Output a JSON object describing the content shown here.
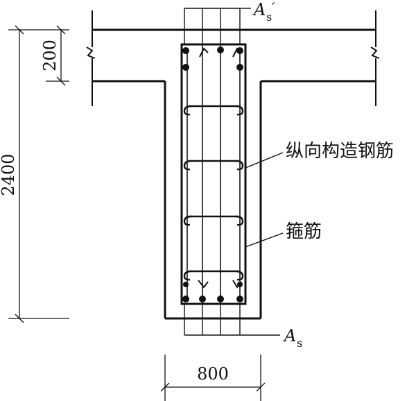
{
  "dimensions": {
    "flange_thickness": "200",
    "total_height": "2400",
    "web_width": "800"
  },
  "labels": {
    "as_top": "A",
    "as_top_sub": "s",
    "as_top_prime": "′",
    "as_bottom": "A",
    "as_bottom_sub": "s",
    "longitudinal_bar": "纵向构造钢筋",
    "stirrup": "箍筋"
  },
  "style": {
    "line_color": "#111111",
    "background": "#ffffff"
  }
}
